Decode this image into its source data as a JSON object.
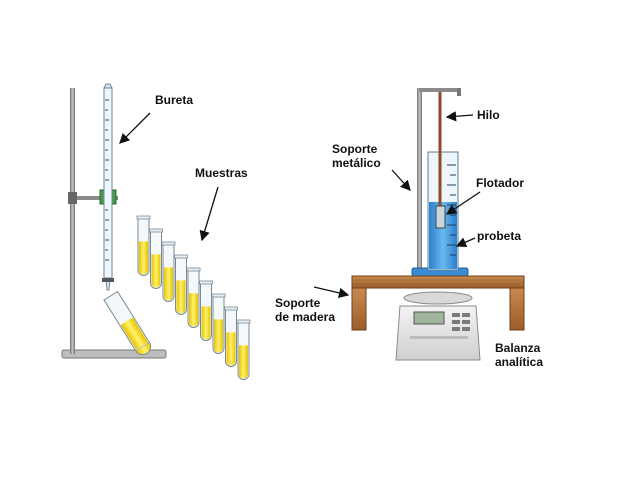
{
  "labels": {
    "bureta": "Bureta",
    "muestras": "Muestras",
    "hilo": "Hilo",
    "soporte_metalico_1": "Soporte",
    "soporte_metalico_2": "metálico",
    "flotador": "Flotador",
    "probeta": "probeta",
    "soporte_madera_1": "Soporte",
    "soporte_madera_2": "de madera",
    "balanza_1": "Balanza",
    "balanza_2": "analítica"
  },
  "sample_tube_count": 9,
  "colors": {
    "liquid_yellow": "#f0d000",
    "liquid_blue": "#3a8fd8",
    "wood": "#b5733e",
    "stand_grey": "#8a8a8a"
  },
  "icons": [
    "burette-icon",
    "test-tube-icon",
    "graduated-cylinder-icon",
    "analytical-balance-icon",
    "float-icon"
  ]
}
